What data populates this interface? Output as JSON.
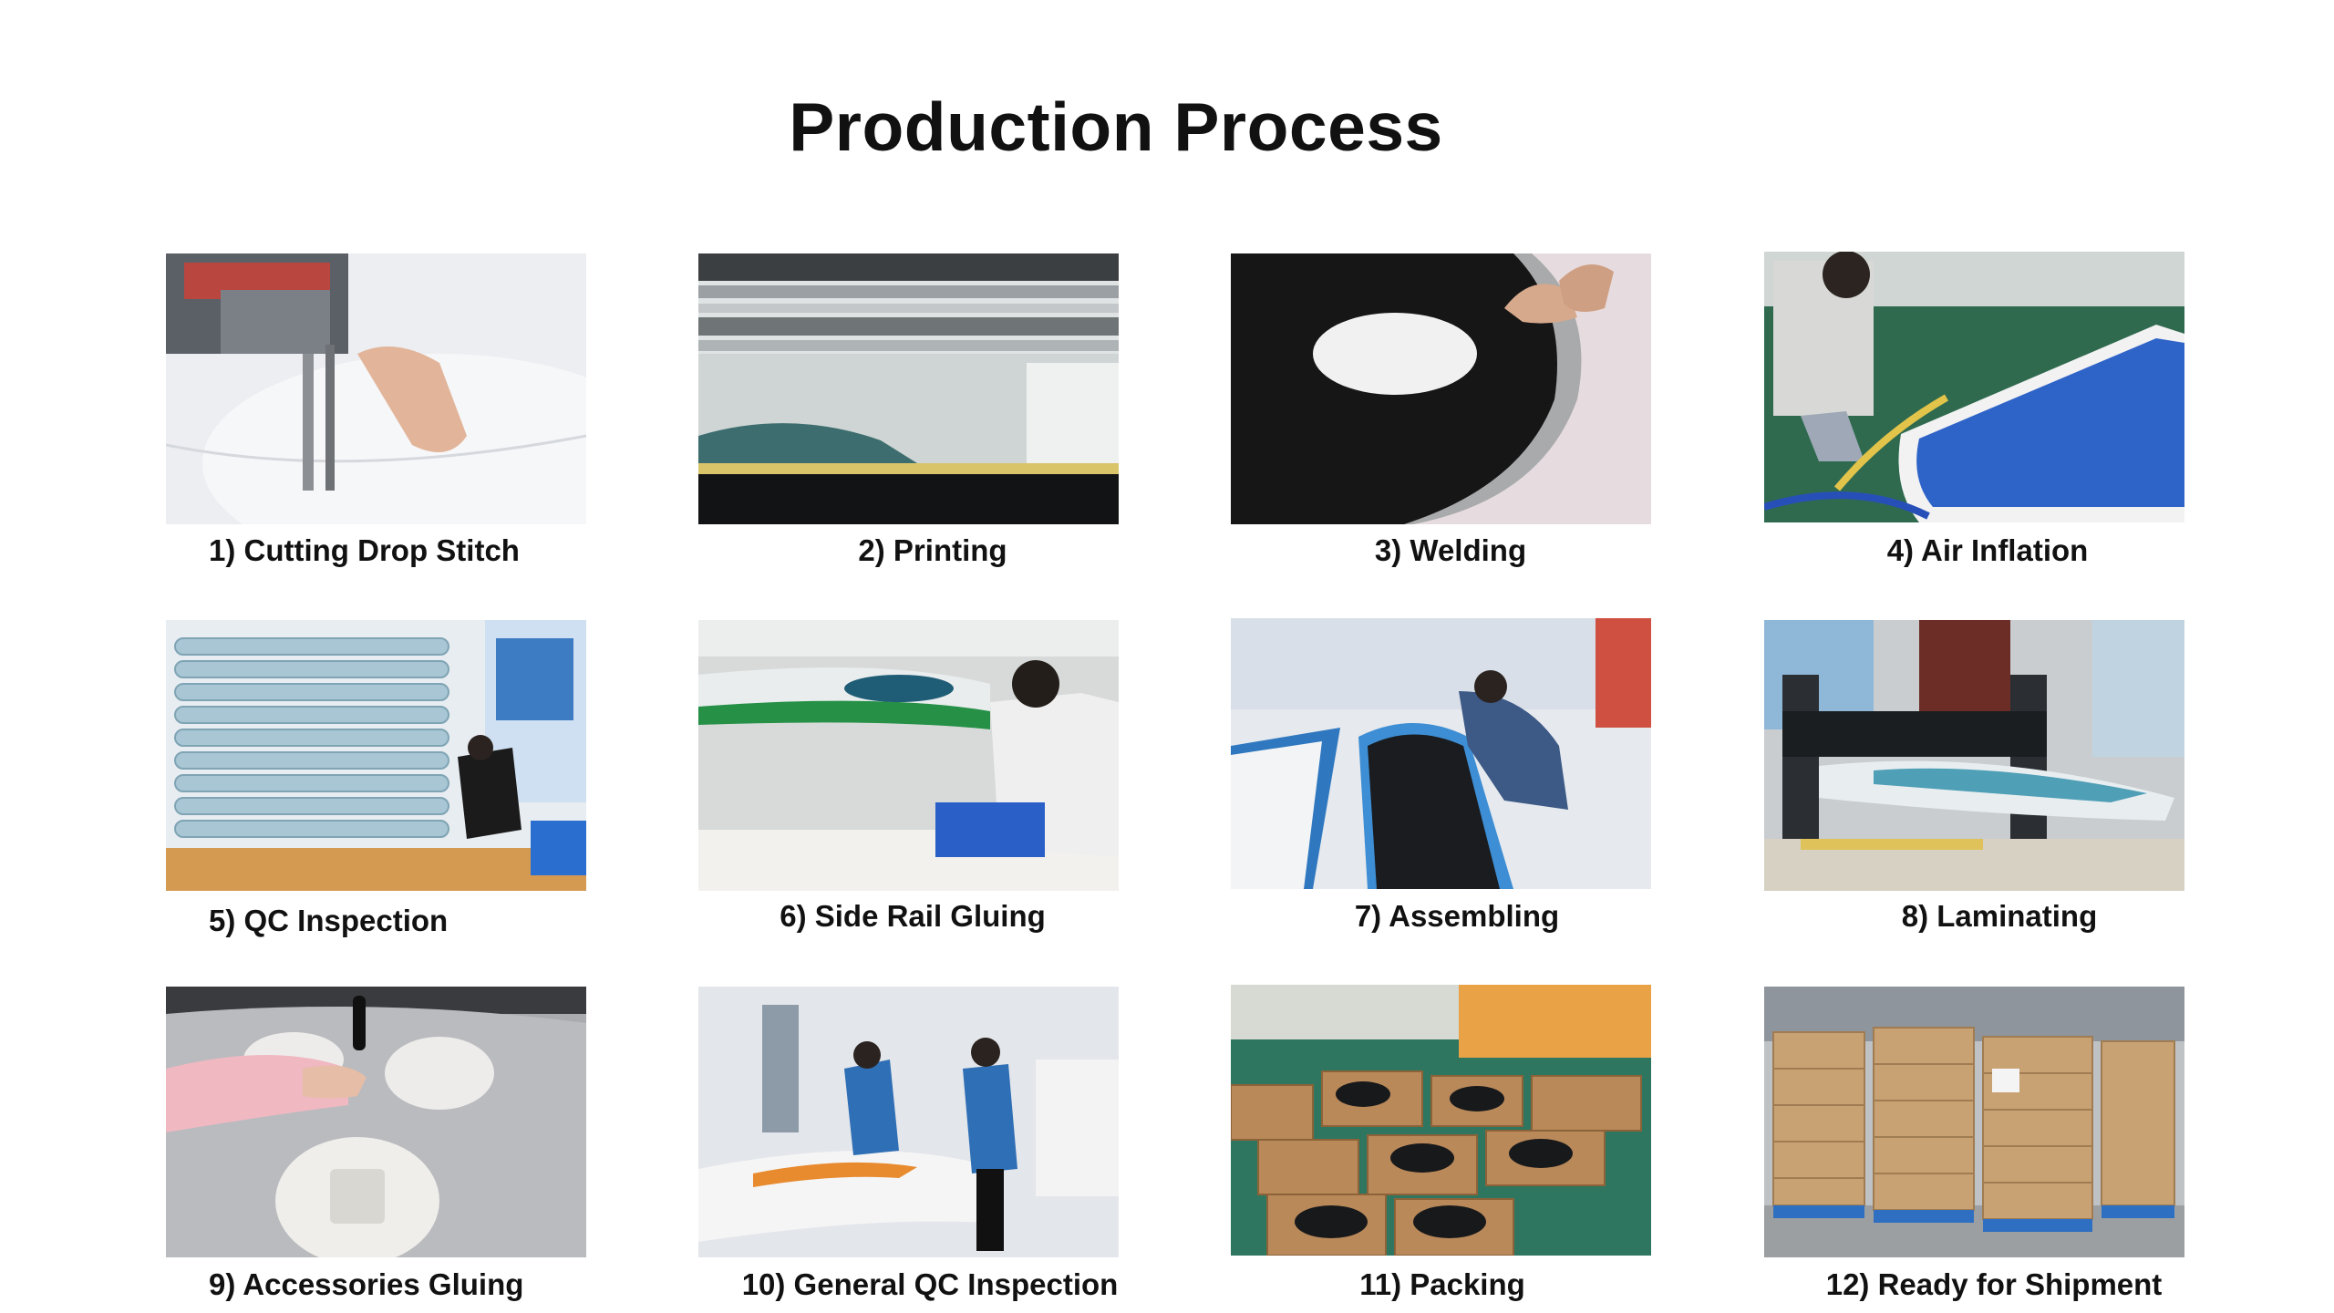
{
  "page": {
    "title": "Production Process"
  },
  "steps": [
    {
      "label": "1) Cutting Drop Stitch",
      "scene": "cutting-machine-on-white-fabric"
    },
    {
      "label": "2) Printing",
      "scene": "printer-rails-over-board"
    },
    {
      "label": "3) Welding",
      "scene": "black-board-with-white-spot"
    },
    {
      "label": "4) Air Inflation",
      "scene": "worker-inflating-blue-board"
    },
    {
      "label": "5) QC Inspection",
      "scene": "stacked-boards-and-worker"
    },
    {
      "label": "6) Side Rail Gluing",
      "scene": "worker-gluing-green-rail"
    },
    {
      "label": "7) Assembling",
      "scene": "worker-on-black-deck-board"
    },
    {
      "label": "8) Laminating",
      "scene": "laminating-press-machine"
    },
    {
      "label": "9) Accessories Gluing",
      "scene": "hand-gluing-d-ring-patches"
    },
    {
      "label": "10) General QC Inspection",
      "scene": "two-workers-checking-board"
    },
    {
      "label": "11) Packing",
      "scene": "boxes-on-green-factory-floor"
    },
    {
      "label": "12) Ready for Shipment",
      "scene": "cartons-on-blue-pallets"
    }
  ]
}
